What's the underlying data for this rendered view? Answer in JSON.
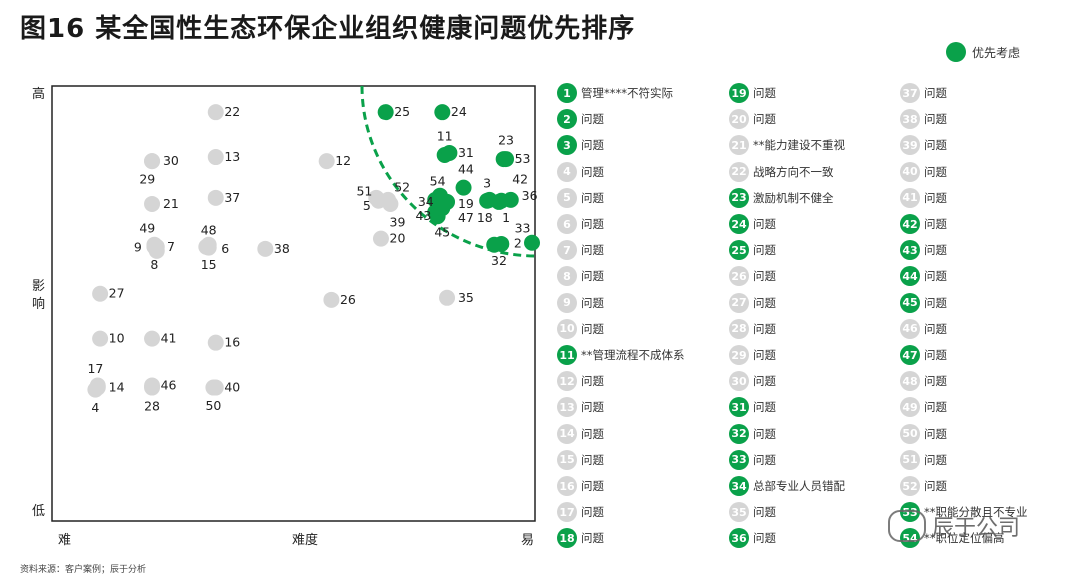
{
  "title": "图16   某全国性生态环保企业组织健康问题优先排序",
  "legend_label": "优先考虑",
  "source": "资料来源：客户案例；辰于分析",
  "watermark": "辰于公司",
  "colors": {
    "priority": "#0aa14a",
    "other": "#d5d5d5",
    "axis": "#222222"
  },
  "chart_data": {
    "type": "scatter",
    "title": "某全国性生态环保企业组织健康问题优先排序",
    "xlabel": "难度",
    "ylabel": "影响",
    "x_ticks": [
      "难",
      "易"
    ],
    "y_ticks": [
      "高",
      "低"
    ],
    "xlim": [
      0,
      100
    ],
    "ylim": [
      0,
      100
    ],
    "grid": false,
    "legend": "top-right",
    "priority_frontier": "dashed quarter circle centered at top-right corner",
    "points": [
      {
        "id": "1",
        "x": 93.5,
        "y": 76.3,
        "priority": true
      },
      {
        "id": "2",
        "x": 93.5,
        "y": 65.7,
        "priority": true
      },
      {
        "id": "3",
        "x": 90.5,
        "y": 76.3,
        "priority": true
      },
      {
        "id": "4",
        "x": 7.5,
        "y": 30.0,
        "priority": false
      },
      {
        "id": "5",
        "x": 67.5,
        "y": 76.3,
        "priority": false
      },
      {
        "id": "6",
        "x": 31.5,
        "y": 64.8,
        "priority": false
      },
      {
        "id": "7",
        "x": 20.5,
        "y": 65.0,
        "priority": false
      },
      {
        "id": "8",
        "x": 20.5,
        "y": 64.0,
        "priority": false
      },
      {
        "id": "9",
        "x": 20.0,
        "y": 65.0,
        "priority": false
      },
      {
        "id": "10",
        "x": 8.5,
        "y": 42.5,
        "priority": false
      },
      {
        "id": "11",
        "x": 81.5,
        "y": 87.5,
        "priority": true
      },
      {
        "id": "12",
        "x": 56.5,
        "y": 86.0,
        "priority": false
      },
      {
        "id": "13",
        "x": 33.0,
        "y": 87.0,
        "priority": false
      },
      {
        "id": "14",
        "x": 8.0,
        "y": 30.5,
        "priority": false
      },
      {
        "id": "15",
        "x": 31.0,
        "y": 65.0,
        "priority": false
      },
      {
        "id": "16",
        "x": 33.0,
        "y": 41.5,
        "priority": false
      },
      {
        "id": "17",
        "x": 8.0,
        "y": 31.0,
        "priority": false
      },
      {
        "id": "18",
        "x": 91.0,
        "y": 76.5,
        "priority": true
      },
      {
        "id": "19",
        "x": 82.0,
        "y": 76.0,
        "priority": true
      },
      {
        "id": "20",
        "x": 68.0,
        "y": 67.0,
        "priority": false
      },
      {
        "id": "21",
        "x": 19.5,
        "y": 75.5,
        "priority": false
      },
      {
        "id": "22",
        "x": 33.0,
        "y": 98.0,
        "priority": false
      },
      {
        "id": "23",
        "x": 94.0,
        "y": 86.5,
        "priority": true
      },
      {
        "id": "24",
        "x": 81.0,
        "y": 98.0,
        "priority": true
      },
      {
        "id": "25",
        "x": 69.0,
        "y": 98.0,
        "priority": true
      },
      {
        "id": "26",
        "x": 57.5,
        "y": 52.0,
        "priority": false
      },
      {
        "id": "27",
        "x": 8.5,
        "y": 53.5,
        "priority": false
      },
      {
        "id": "28",
        "x": 19.5,
        "y": 30.5,
        "priority": false
      },
      {
        "id": "29",
        "x": 19.5,
        "y": 86.0,
        "priority": false
      },
      {
        "id": "30",
        "x": 19.5,
        "y": 86.0,
        "priority": false
      },
      {
        "id": "31",
        "x": 82.5,
        "y": 88.0,
        "priority": true
      },
      {
        "id": "32",
        "x": 92.0,
        "y": 65.5,
        "priority": true
      },
      {
        "id": "33",
        "x": 100.0,
        "y": 66.0,
        "priority": true
      },
      {
        "id": "34",
        "x": 79.5,
        "y": 76.5,
        "priority": true
      },
      {
        "id": "35",
        "x": 82.0,
        "y": 52.5,
        "priority": false
      },
      {
        "id": "36",
        "x": 95.5,
        "y": 76.5,
        "priority": true
      },
      {
        "id": "37",
        "x": 33.0,
        "y": 77.0,
        "priority": false
      },
      {
        "id": "38",
        "x": 43.5,
        "y": 64.5,
        "priority": false
      },
      {
        "id": "39",
        "x": 70.0,
        "y": 75.5,
        "priority": false
      },
      {
        "id": "40",
        "x": 33.0,
        "y": 30.5,
        "priority": false
      },
      {
        "id": "41",
        "x": 19.5,
        "y": 42.5,
        "priority": false
      },
      {
        "id": "42",
        "x": 93.0,
        "y": 76.0,
        "priority": true
      },
      {
        "id": "43",
        "x": 79.5,
        "y": 73.5,
        "priority": true
      },
      {
        "id": "44",
        "x": 85.5,
        "y": 79.5,
        "priority": true
      },
      {
        "id": "45",
        "x": 80.0,
        "y": 72.5,
        "priority": true
      },
      {
        "id": "46",
        "x": 19.5,
        "y": 31.0,
        "priority": false
      },
      {
        "id": "47",
        "x": 81.0,
        "y": 74.5,
        "priority": true
      },
      {
        "id": "48",
        "x": 31.5,
        "y": 65.5,
        "priority": false
      },
      {
        "id": "49",
        "x": 20.0,
        "y": 65.5,
        "priority": false
      },
      {
        "id": "50",
        "x": 32.5,
        "y": 30.5,
        "priority": false
      },
      {
        "id": "51",
        "x": 67.0,
        "y": 77.0,
        "priority": false
      },
      {
        "id": "52",
        "x": 69.5,
        "y": 76.5,
        "priority": false
      },
      {
        "id": "53",
        "x": 94.5,
        "y": 86.5,
        "priority": true
      },
      {
        "id": "54",
        "x": 80.5,
        "y": 77.5,
        "priority": true
      }
    ],
    "point_labels": [
      {
        "text": "22",
        "x": 36.5,
        "y": 98.0
      },
      {
        "text": "13",
        "x": 36.5,
        "y": 87.0
      },
      {
        "text": "30",
        "x": 23.5,
        "y": 86.0
      },
      {
        "text": "29",
        "x": 18.5,
        "y": 81.5
      },
      {
        "text": "21",
        "x": 23.5,
        "y": 75.5
      },
      {
        "text": "37",
        "x": 36.5,
        "y": 77.0
      },
      {
        "text": "49",
        "x": 18.5,
        "y": 69.5
      },
      {
        "text": "48",
        "x": 31.5,
        "y": 69.0
      },
      {
        "text": "9",
        "x": 16.5,
        "y": 64.8
      },
      {
        "text": "7",
        "x": 23.5,
        "y": 65.0
      },
      {
        "text": "6",
        "x": 35.0,
        "y": 64.5
      },
      {
        "text": "8",
        "x": 20.0,
        "y": 60.5
      },
      {
        "text": "15",
        "x": 31.5,
        "y": 60.5
      },
      {
        "text": "38",
        "x": 47.0,
        "y": 64.5
      },
      {
        "text": "27",
        "x": 12.0,
        "y": 53.5
      },
      {
        "text": "26",
        "x": 61.0,
        "y": 52.0
      },
      {
        "text": "35",
        "x": 86.0,
        "y": 52.5
      },
      {
        "text": "10",
        "x": 12.0,
        "y": 42.5
      },
      {
        "text": "41",
        "x": 23.0,
        "y": 42.5
      },
      {
        "text": "16",
        "x": 36.5,
        "y": 41.5
      },
      {
        "text": "17",
        "x": 7.5,
        "y": 35.0
      },
      {
        "text": "14",
        "x": 12.0,
        "y": 30.5
      },
      {
        "text": "46",
        "x": 23.0,
        "y": 31.0
      },
      {
        "text": "40",
        "x": 36.5,
        "y": 30.5
      },
      {
        "text": "4",
        "x": 7.5,
        "y": 25.5
      },
      {
        "text": "28",
        "x": 19.5,
        "y": 25.8
      },
      {
        "text": "50",
        "x": 32.5,
        "y": 26.0
      },
      {
        "text": "12",
        "x": 60.0,
        "y": 86.0
      },
      {
        "text": "25",
        "x": 72.5,
        "y": 98.0
      },
      {
        "text": "24",
        "x": 84.5,
        "y": 98.0
      },
      {
        "text": "11",
        "x": 81.5,
        "y": 92.0
      },
      {
        "text": "31",
        "x": 86.0,
        "y": 88.0
      },
      {
        "text": "23",
        "x": 94.5,
        "y": 91.0
      },
      {
        "text": "53",
        "x": 98.0,
        "y": 86.5
      },
      {
        "text": "44",
        "x": 86.0,
        "y": 84.0
      },
      {
        "text": "42",
        "x": 97.5,
        "y": 81.5
      },
      {
        "text": "3",
        "x": 90.5,
        "y": 80.5
      },
      {
        "text": "36",
        "x": 99.5,
        "y": 77.5
      },
      {
        "text": "54",
        "x": 80.0,
        "y": 81.0
      },
      {
        "text": "51",
        "x": 64.5,
        "y": 78.5
      },
      {
        "text": "52",
        "x": 72.5,
        "y": 79.5
      },
      {
        "text": "5",
        "x": 65.0,
        "y": 75.0
      },
      {
        "text": "34",
        "x": 77.5,
        "y": 76.0
      },
      {
        "text": "19",
        "x": 86.0,
        "y": 75.5
      },
      {
        "text": "43",
        "x": 77.0,
        "y": 72.5
      },
      {
        "text": "47",
        "x": 86.0,
        "y": 72.0
      },
      {
        "text": "18",
        "x": 90.0,
        "y": 72.0
      },
      {
        "text": "1",
        "x": 94.5,
        "y": 72.0
      },
      {
        "text": "39",
        "x": 71.5,
        "y": 71.0
      },
      {
        "text": "45",
        "x": 81.0,
        "y": 68.5
      },
      {
        "text": "33",
        "x": 98.0,
        "y": 69.5
      },
      {
        "text": "20",
        "x": 71.5,
        "y": 67.0
      },
      {
        "text": "2",
        "x": 97.0,
        "y": 65.8
      },
      {
        "text": "32",
        "x": 93.0,
        "y": 61.5
      }
    ]
  },
  "issues": [
    {
      "n": "1",
      "label": "管理****不符实际",
      "priority": true
    },
    {
      "n": "2",
      "label": "问题",
      "priority": true
    },
    {
      "n": "3",
      "label": "问题",
      "priority": true
    },
    {
      "n": "4",
      "label": "问题",
      "priority": false
    },
    {
      "n": "5",
      "label": "问题",
      "priority": false
    },
    {
      "n": "6",
      "label": "问题",
      "priority": false
    },
    {
      "n": "7",
      "label": "问题",
      "priority": false
    },
    {
      "n": "8",
      "label": "问题",
      "priority": false
    },
    {
      "n": "9",
      "label": "问题",
      "priority": false
    },
    {
      "n": "10",
      "label": "问题",
      "priority": false
    },
    {
      "n": "11",
      "label": "**管理流程不成体系",
      "priority": true
    },
    {
      "n": "12",
      "label": "问题",
      "priority": false
    },
    {
      "n": "13",
      "label": "问题",
      "priority": false
    },
    {
      "n": "14",
      "label": "问题",
      "priority": false
    },
    {
      "n": "15",
      "label": "问题",
      "priority": false
    },
    {
      "n": "16",
      "label": "问题",
      "priority": false
    },
    {
      "n": "17",
      "label": "问题",
      "priority": false
    },
    {
      "n": "18",
      "label": "问题",
      "priority": true
    },
    {
      "n": "19",
      "label": "问题",
      "priority": true
    },
    {
      "n": "20",
      "label": "问题",
      "priority": false
    },
    {
      "n": "21",
      "label": "**能力建设不重视",
      "priority": false
    },
    {
      "n": "22",
      "label": "战略方向不一致",
      "priority": false
    },
    {
      "n": "23",
      "label": "激励机制不健全",
      "priority": true
    },
    {
      "n": "24",
      "label": "问题",
      "priority": true
    },
    {
      "n": "25",
      "label": "问题",
      "priority": true
    },
    {
      "n": "26",
      "label": "问题",
      "priority": false
    },
    {
      "n": "27",
      "label": "问题",
      "priority": false
    },
    {
      "n": "28",
      "label": "问题",
      "priority": false
    },
    {
      "n": "29",
      "label": "问题",
      "priority": false
    },
    {
      "n": "30",
      "label": "问题",
      "priority": false
    },
    {
      "n": "31",
      "label": "问题",
      "priority": true
    },
    {
      "n": "32",
      "label": "问题",
      "priority": true
    },
    {
      "n": "33",
      "label": "问题",
      "priority": true
    },
    {
      "n": "34",
      "label": "总部专业人员错配",
      "priority": true
    },
    {
      "n": "35",
      "label": "问题",
      "priority": false
    },
    {
      "n": "36",
      "label": "问题",
      "priority": true
    },
    {
      "n": "37",
      "label": "问题",
      "priority": false
    },
    {
      "n": "38",
      "label": "问题",
      "priority": false
    },
    {
      "n": "39",
      "label": "问题",
      "priority": false
    },
    {
      "n": "40",
      "label": "问题",
      "priority": false
    },
    {
      "n": "41",
      "label": "问题",
      "priority": false
    },
    {
      "n": "42",
      "label": "问题",
      "priority": true
    },
    {
      "n": "43",
      "label": "问题",
      "priority": true
    },
    {
      "n": "44",
      "label": "问题",
      "priority": true
    },
    {
      "n": "45",
      "label": "问题",
      "priority": true
    },
    {
      "n": "46",
      "label": "问题",
      "priority": false
    },
    {
      "n": "47",
      "label": "问题",
      "priority": true
    },
    {
      "n": "48",
      "label": "问题",
      "priority": false
    },
    {
      "n": "49",
      "label": "问题",
      "priority": false
    },
    {
      "n": "50",
      "label": "问题",
      "priority": false
    },
    {
      "n": "51",
      "label": "问题",
      "priority": false
    },
    {
      "n": "52",
      "label": "问题",
      "priority": false
    },
    {
      "n": "53",
      "label": "**职能分散且不专业",
      "priority": true
    },
    {
      "n": "54",
      "label": "**职位定位偏高",
      "priority": true
    }
  ]
}
